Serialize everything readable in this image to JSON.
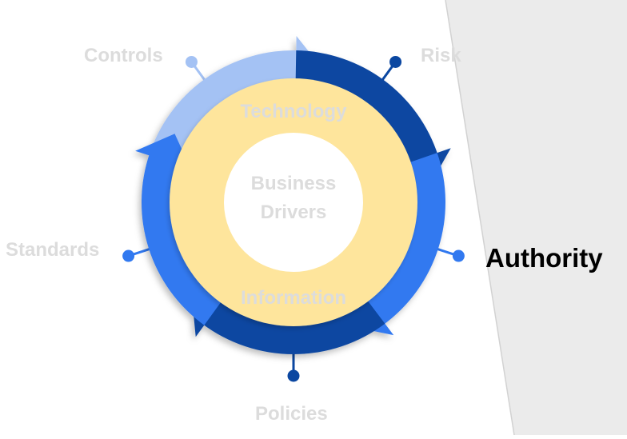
{
  "diagram": {
    "title": "Business Drivers cycle",
    "center_label_line1": "Business",
    "center_label_line2": "Drivers",
    "inner_ring_top": "Technology",
    "inner_ring_bottom": "Information",
    "outer_labels": {
      "controls": "Controls",
      "risk": "Risk",
      "authority": "Authority",
      "policies": "Policies",
      "standards": "Standards"
    },
    "active_label": "Authority",
    "colors": {
      "light_blue": "#a4c2f4",
      "dark_blue": "#0b47a1",
      "medium_blue": "#3179f0",
      "inner_ring": "#fee59c",
      "label_inactive": "#dcdcdc",
      "label_active": "#000000",
      "side_panel": "#ebebeb"
    }
  }
}
